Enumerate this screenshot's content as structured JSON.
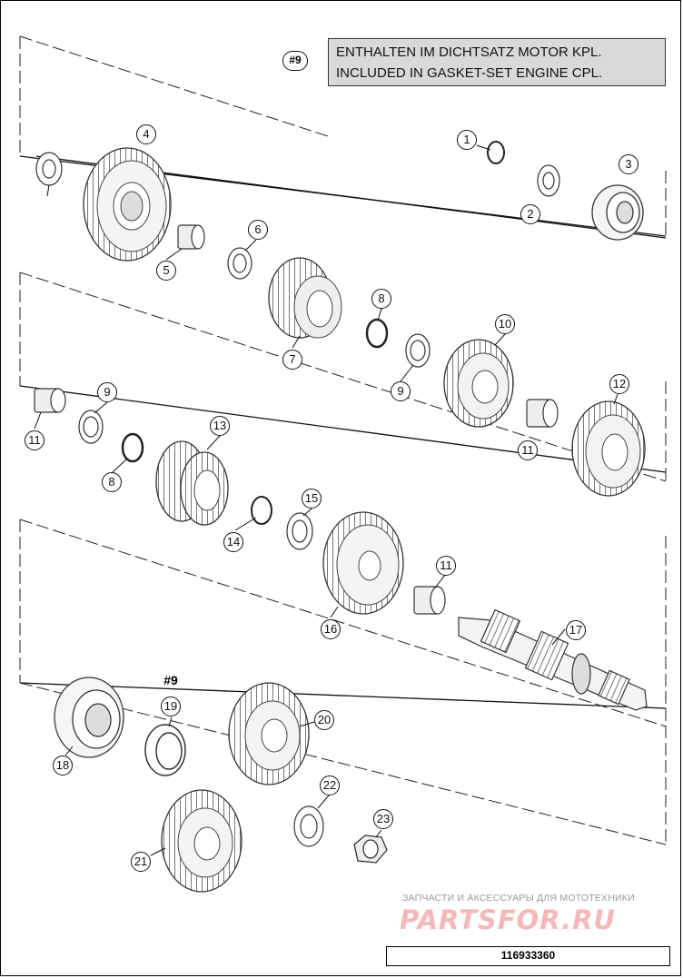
{
  "note": {
    "ref": "#9",
    "lines": [
      "ENTHALTEN IM DICHTSATZ MOTOR KPL.",
      "INCLUDED IN GASKET-SET ENGINE CPL."
    ]
  },
  "callouts": {
    "c1": "1",
    "c2": "2",
    "c3": "3",
    "c4": "4",
    "c5": "5",
    "c6": "6",
    "c7": "7",
    "c8a": "8",
    "c9a": "9",
    "c10": "10",
    "c11a": "11",
    "c12": "12",
    "c9b": "9",
    "c11b": "11",
    "c8b": "8",
    "c13": "13",
    "c14": "14",
    "c15": "15",
    "c11c": "11",
    "c16": "16",
    "c17": "17",
    "c19": "19",
    "c18": "18",
    "c20": "20",
    "c22": "22",
    "c23": "23",
    "c21": "21"
  },
  "ref19": "#9",
  "brand": {
    "tagline": "ЗАПЧАСТИ И АКСЕССУАРЫ ДЛЯ МОТОТЕХНИКИ",
    "logo": "PARTSFOR.RU"
  },
  "part_number": "116933360"
}
